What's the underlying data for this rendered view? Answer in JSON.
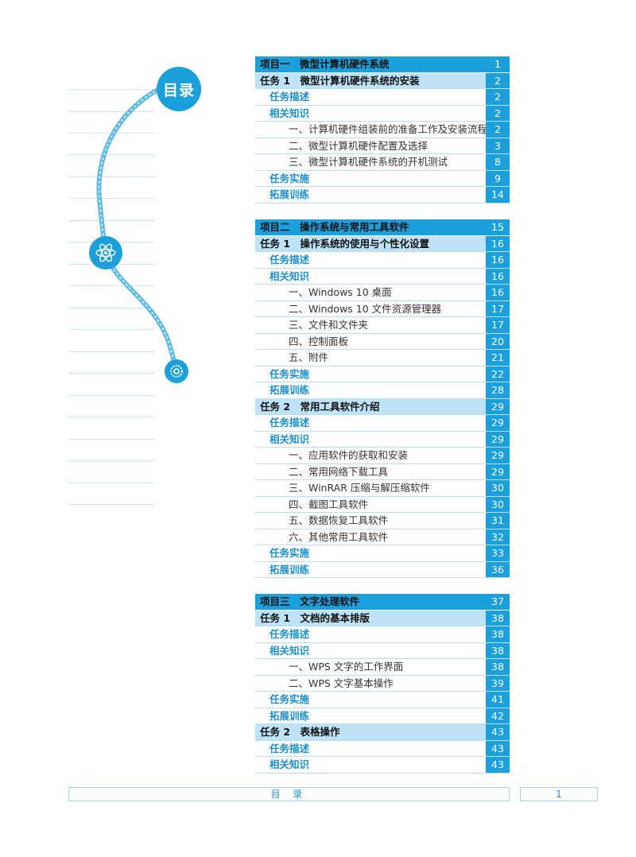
{
  "badge": {
    "toc_label": "目录"
  },
  "icons": {
    "atom": "atom-icon",
    "gear": "gear-icon"
  },
  "colors": {
    "accent": "#1ba0dc",
    "task_bg": "#bfe3f6",
    "section_text": "#1a8fd0"
  },
  "sections": [
    {
      "rows": [
        {
          "kind": "proj",
          "text": "项目一　微型计算机硬件系统",
          "page": "1"
        },
        {
          "kind": "task",
          "text": "任务 1　微型计算机硬件系统的安装",
          "page": "2"
        },
        {
          "kind": "sec",
          "text": "任务描述",
          "page": "2"
        },
        {
          "kind": "sec",
          "text": "相关知识",
          "page": "2"
        },
        {
          "kind": "item",
          "text": "一、计算机硬件组装前的准备工作及安装流程",
          "page": "2"
        },
        {
          "kind": "item",
          "text": "二、微型计算机硬件配置及选择",
          "page": "3"
        },
        {
          "kind": "item",
          "text": "三、微型计算机硬件系统的开机测试",
          "page": "8"
        },
        {
          "kind": "sec",
          "text": "任务实施",
          "page": "9"
        },
        {
          "kind": "sec",
          "text": "拓展训练",
          "page": "14"
        }
      ]
    },
    {
      "rows": [
        {
          "kind": "proj",
          "text": "项目二　操作系统与常用工具软件",
          "page": "15"
        },
        {
          "kind": "task",
          "text": "任务 1　操作系统的使用与个性化设置",
          "page": "16"
        },
        {
          "kind": "sec",
          "text": "任务描述",
          "page": "16"
        },
        {
          "kind": "sec",
          "text": "相关知识",
          "page": "16"
        },
        {
          "kind": "item",
          "text": "一、Windows 10 桌面",
          "page": "16"
        },
        {
          "kind": "item",
          "text": "二、Windows 10 文件资源管理器",
          "page": "17"
        },
        {
          "kind": "item",
          "text": "三、文件和文件夹",
          "page": "17"
        },
        {
          "kind": "item",
          "text": "四、控制面板",
          "page": "20"
        },
        {
          "kind": "item",
          "text": "五、附件",
          "page": "21"
        },
        {
          "kind": "sec",
          "text": "任务实施",
          "page": "22"
        },
        {
          "kind": "sec",
          "text": "拓展训练",
          "page": "28"
        },
        {
          "kind": "task",
          "text": "任务 2　常用工具软件介绍",
          "page": "29"
        },
        {
          "kind": "sec",
          "text": "任务描述",
          "page": "29"
        },
        {
          "kind": "sec",
          "text": "相关知识",
          "page": "29"
        },
        {
          "kind": "item",
          "text": "一、应用软件的获取和安装",
          "page": "29"
        },
        {
          "kind": "item",
          "text": "二、常用网络下载工具",
          "page": "29"
        },
        {
          "kind": "item",
          "text": "三、WinRAR 压缩与解压缩软件",
          "page": "30"
        },
        {
          "kind": "item",
          "text": "四、截图工具软件",
          "page": "30"
        },
        {
          "kind": "item",
          "text": "五、数据恢复工具软件",
          "page": "31"
        },
        {
          "kind": "item",
          "text": "六、其他常用工具软件",
          "page": "32"
        },
        {
          "kind": "sec",
          "text": "任务实施",
          "page": "33"
        },
        {
          "kind": "sec",
          "text": "拓展训练",
          "page": "36"
        }
      ]
    },
    {
      "rows": [
        {
          "kind": "proj",
          "text": "项目三　文字处理软件",
          "page": "37"
        },
        {
          "kind": "task",
          "text": "任务 1　文档的基本排版",
          "page": "38"
        },
        {
          "kind": "sec",
          "text": "任务描述",
          "page": "38"
        },
        {
          "kind": "sec",
          "text": "相关知识",
          "page": "38"
        },
        {
          "kind": "item",
          "text": "一、WPS 文字的工作界面",
          "page": "38"
        },
        {
          "kind": "item",
          "text": "二、WPS 文字基本操作",
          "page": "39"
        },
        {
          "kind": "sec",
          "text": "任务实施",
          "page": "41"
        },
        {
          "kind": "sec",
          "text": "拓展训练",
          "page": "42"
        },
        {
          "kind": "task",
          "text": "任务 2　表格操作",
          "page": "43"
        },
        {
          "kind": "sec",
          "text": "任务描述",
          "page": "43"
        },
        {
          "kind": "sec",
          "text": "相关知识",
          "page": "43"
        }
      ]
    }
  ],
  "footer": {
    "label": "目 录",
    "page_number": "1"
  }
}
